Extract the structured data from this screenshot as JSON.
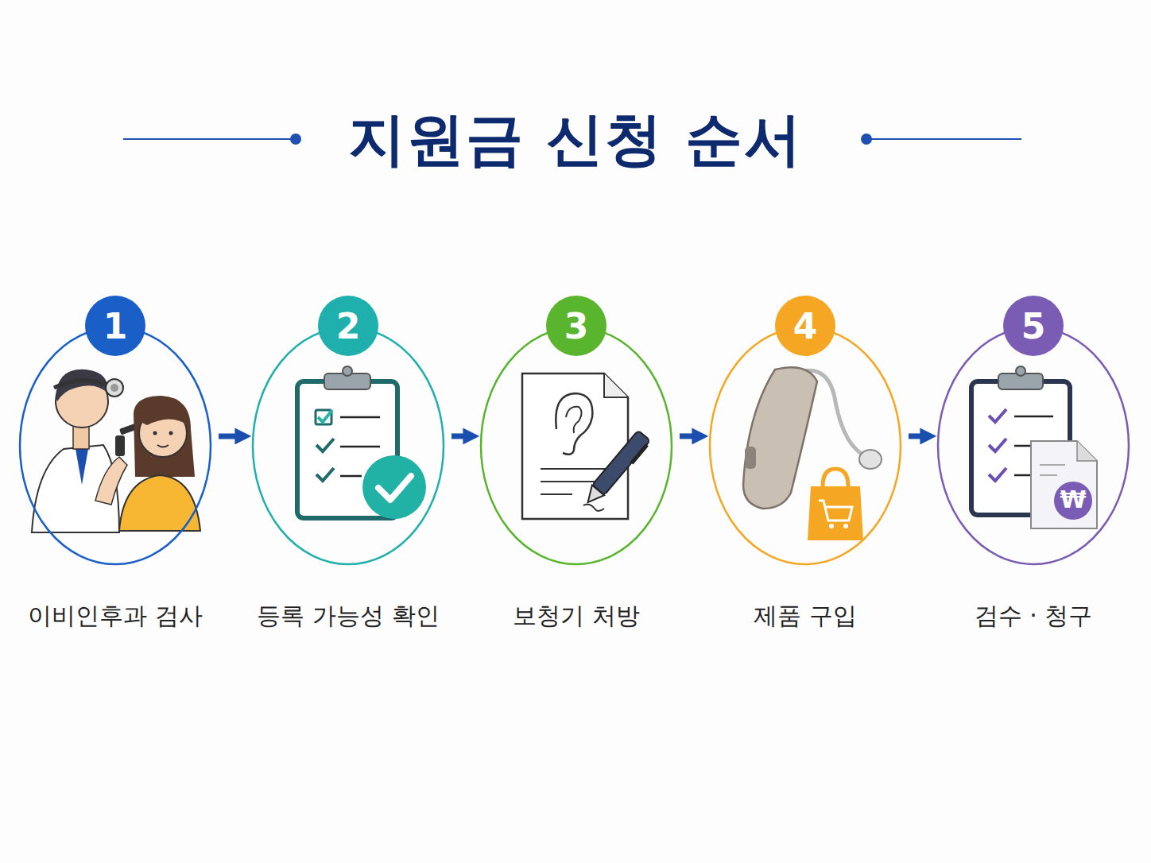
{
  "diagram": {
    "title": "지원금 신청 순서",
    "nodes": [
      {
        "text": [
          "이비인후과 검사"
        ]
      },
      {
        "text": [
          "1"
        ],
        "in": 0
      },
      {
        "text": [
          "등록 가능성 확인"
        ]
      },
      {
        "text": [
          "2"
        ],
        "in": 2
      },
      {
        "text": [
          "보청기 처방"
        ]
      },
      {
        "text": [
          "3"
        ],
        "in": 4
      },
      {
        "text": [
          "제품 구입"
        ]
      },
      {
        "text": [
          "4"
        ],
        "in": 6
      },
      {
        "text": [
          "검수 · 청구"
        ]
      },
      {
        "text": [
          "5"
        ],
        "in": 8
      }
    ],
    "edges": [
      {
        "from": 0,
        "to": 2,
        "arrow": "to"
      },
      {
        "from": 2,
        "to": 4,
        "arrow": "to"
      },
      {
        "from": 4,
        "to": 6,
        "arrow": "to"
      },
      {
        "from": 6,
        "to": 8,
        "arrow": "to"
      }
    ],
    "labels": [
      "₩"
    ]
  }
}
